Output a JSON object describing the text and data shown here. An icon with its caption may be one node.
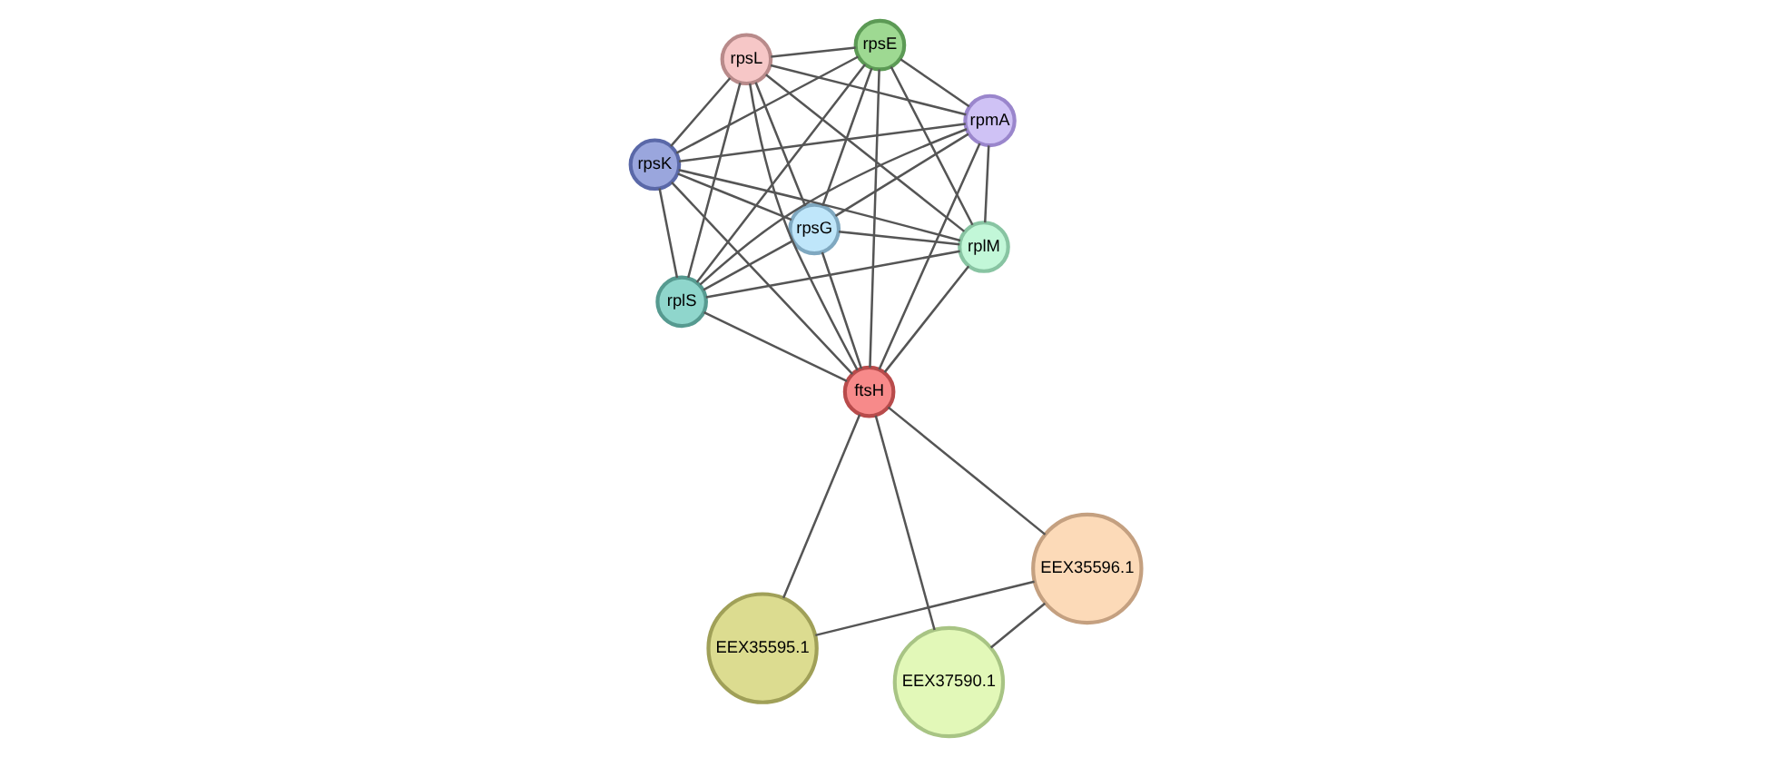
{
  "diagram": {
    "nodes": [
      {
        "text": [
          "rpsK"
        ]
      },
      {
        "text": [
          "rpmA"
        ]
      },
      {
        "text": [
          "rpsG"
        ]
      },
      {
        "text": [
          "rpsL"
        ]
      },
      {
        "text": [
          "rpsE"
        ]
      },
      {
        "text": [
          "ftsH"
        ]
      },
      {
        "text": [
          "rplS"
        ]
      },
      {
        "text": [
          "rplM"
        ]
      },
      {
        "text": [
          "EEX35595.1"
        ]
      },
      {
        "text": [
          "EEX35596.1"
        ]
      },
      {
        "text": [
          "EEX37590.1"
        ]
      }
    ],
    "edges": [
      {
        "from": 0,
        "to": 1,
        "arrow": "none"
      },
      {
        "from": 0,
        "to": 2,
        "arrow": "none"
      },
      {
        "from": 0,
        "to": 3,
        "arrow": "none"
      },
      {
        "from": 0,
        "to": 4,
        "arrow": "none"
      },
      {
        "from": 0,
        "to": 5,
        "arrow": "none"
      },
      {
        "from": 0,
        "to": 6,
        "arrow": "none"
      },
      {
        "from": 0,
        "to": 7,
        "arrow": "none"
      },
      {
        "from": 1,
        "to": 2,
        "arrow": "none"
      },
      {
        "from": 1,
        "to": 3,
        "arrow": "none"
      },
      {
        "from": 1,
        "to": 4,
        "arrow": "none"
      },
      {
        "from": 1,
        "to": 5,
        "arrow": "none"
      },
      {
        "from": 1,
        "to": 6,
        "arrow": "none"
      },
      {
        "from": 1,
        "to": 7,
        "arrow": "none"
      },
      {
        "from": 2,
        "to": 3,
        "arrow": "none"
      },
      {
        "from": 2,
        "to": 4,
        "arrow": "none"
      },
      {
        "from": 2,
        "to": 5,
        "arrow": "none"
      },
      {
        "from": 2,
        "to": 6,
        "arrow": "none"
      },
      {
        "from": 2,
        "to": 7,
        "arrow": "none"
      },
      {
        "from": 3,
        "to": 4,
        "arrow": "none"
      },
      {
        "from": 3,
        "to": 5,
        "arrow": "none"
      },
      {
        "from": 3,
        "to": 6,
        "arrow": "none"
      },
      {
        "from": 3,
        "to": 7,
        "arrow": "none"
      },
      {
        "from": 4,
        "to": 5,
        "arrow": "none"
      },
      {
        "from": 4,
        "to": 6,
        "arrow": "none"
      },
      {
        "from": 4,
        "to": 7,
        "arrow": "none"
      },
      {
        "from": 5,
        "to": 6,
        "arrow": "none"
      },
      {
        "from": 5,
        "to": 7,
        "arrow": "none"
      },
      {
        "from": 6,
        "to": 7,
        "arrow": "none"
      },
      {
        "from": 5,
        "to": 8,
        "arrow": "none"
      },
      {
        "from": 5,
        "to": 9,
        "arrow": "none"
      },
      {
        "from": 5,
        "to": 10,
        "arrow": "none"
      },
      {
        "from": 8,
        "to": 9,
        "arrow": "none"
      },
      {
        "from": 9,
        "to": 10,
        "arrow": "none"
      }
    ]
  }
}
